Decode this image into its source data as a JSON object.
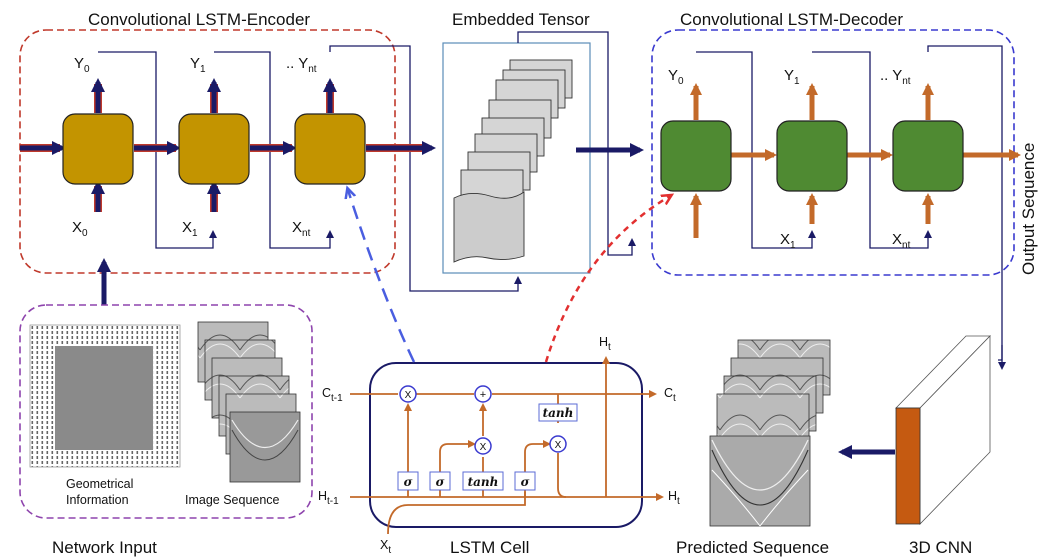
{
  "encoder": {
    "title": "Convolutional LSTM-Encoder",
    "outputs": [
      {
        "base": "Y",
        "sub": "0",
        "prefix": ""
      },
      {
        "base": "Y",
        "sub": "1",
        "prefix": ""
      },
      {
        "base": "Y",
        "sub": "nt",
        "prefix": ".. "
      }
    ],
    "inputs": [
      {
        "base": "X",
        "sub": "0"
      },
      {
        "base": "X",
        "sub": "1"
      },
      {
        "base": "X",
        "sub": "nt"
      }
    ]
  },
  "tensor": {
    "title": "Embedded Tensor"
  },
  "decoder": {
    "title": "Convolutional LSTM-Decoder",
    "outputs": [
      {
        "base": "Y",
        "sub": "0",
        "prefix": ""
      },
      {
        "base": "Y",
        "sub": "1",
        "prefix": ""
      },
      {
        "base": "Y",
        "sub": "nt",
        "prefix": ".. "
      }
    ],
    "inputs": [
      {
        "base": "X",
        "sub": "1"
      },
      {
        "base": "X",
        "sub": "nt"
      }
    ]
  },
  "output_sequence": "Output Sequence",
  "network_input": {
    "title": "Network Input",
    "geo_label_1": "Geometrical",
    "geo_label_2": "Information",
    "image_seq_label": "Image Sequence"
  },
  "lstm_cell": {
    "title": "LSTM Cell",
    "c_prev": {
      "base": "C",
      "sub": "t-1"
    },
    "h_prev": {
      "base": "H",
      "sub": "t-1"
    },
    "x_in": {
      "base": "X",
      "sub": "t"
    },
    "c_out": {
      "base": "C",
      "sub": "t"
    },
    "h_out": {
      "base": "H",
      "sub": "t"
    },
    "h_top": {
      "base": "H",
      "sub": "t"
    },
    "sigma": "σ",
    "tanh": "tanh",
    "times": "X",
    "plus": "+"
  },
  "predicted": {
    "title": "Predicted Sequence"
  },
  "cnn": {
    "title": "3D CNN"
  },
  "colors": {
    "encoder_cell": "#c39400",
    "decoder_cell": "#4f8a32",
    "navy": "#1a1a66",
    "orange": "#c36a2a",
    "encoder_border": "#c0392b",
    "decoder_border": "#3a3acf",
    "input_border": "#8e44ad",
    "blue_dash": "#4a5ee0",
    "red_dash": "#e23030",
    "cnn_front": "#c55a11"
  }
}
